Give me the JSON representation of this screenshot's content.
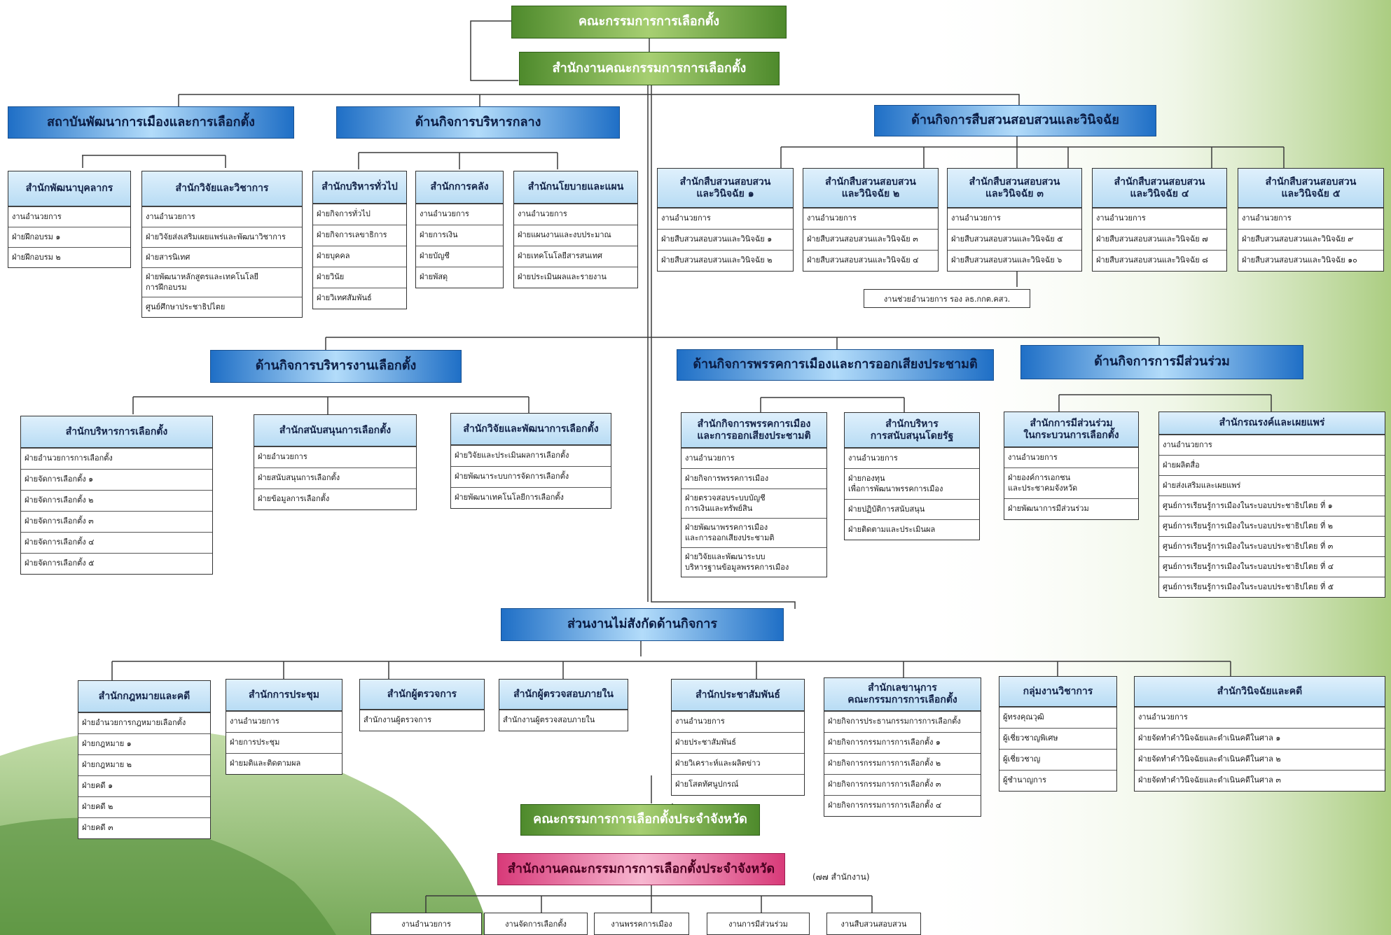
{
  "colors": {
    "green": "#6fa33e",
    "blue": "#2f86d6",
    "pink": "#e4598f",
    "line": "#3a3a3a"
  },
  "headers": {
    "ect": "คณะกรรมการการเลือกตั้ง",
    "office": "สำนักงานคณะกรรมการการเลือกตั้ง",
    "institute": "สถาบันพัฒนาการเมืองและการเลือกตั้ง",
    "admin": "ด้านกิจการบริหารกลาง",
    "investigation": "ด้านกิจการสืบสวนสอบสวนและวินิจฉัย",
    "election_mgmt": "ด้านกิจการบริหารงานเลือกตั้ง",
    "party": "ด้านกิจการพรรคการเมืองและการออกเสียงประชามติ",
    "participation": "ด้านกิจการการมีส่วนร่วม",
    "independent": "ส่วนงานไม่สังกัดด้านกิจการ",
    "provincial_ect": "คณะกรรมการการเลือกตั้งประจำจังหวัด",
    "provincial_office": "สำนักงานคณะกรรมการการเลือกตั้งประจำจังหวัด"
  },
  "provincial_count": "(๗๗ สำนักงาน)",
  "investigation_assistant": "งานช่วยอำนวยการ รอง ลธ.กกต.คสว.",
  "cards": {
    "hr": {
      "title": "สำนักพัฒนาบุคลากร",
      "rows": [
        "งานอำนวยการ",
        "ฝ่ายฝึกอบรม ๑",
        "ฝ่ายฝึกอบรม ๒"
      ]
    },
    "research": {
      "title": "สำนักวิจัยและวิชาการ",
      "rows": [
        "งานอำนวยการ",
        "ฝ่ายวิจัยส่งเสริมเผยแพร่และพัฒนาวิชาการ",
        "ฝ่ายสารนิเทศ",
        "ฝ่ายพัฒนาหลักสูตรและเทคโนโลยี\nการฝึกอบรม",
        "ศูนย์ศึกษาประชาธิปไตย"
      ]
    },
    "general": {
      "title": "สำนักบริหารทั่วไป",
      "rows": [
        "ฝ่ายกิจการทั่วไป",
        "ฝ่ายกิจการเลขาธิการ",
        "ฝ่ายบุคคล",
        "ฝ่ายวินัย",
        "ฝ่ายวิเทศสัมพันธ์"
      ]
    },
    "finance": {
      "title": "สำนักการคลัง",
      "rows": [
        "งานอำนวยการ",
        "ฝ่ายการเงิน",
        "ฝ่ายบัญชี",
        "ฝ่ายพัสดุ"
      ]
    },
    "policy": {
      "title": "สำนักนโยบายและแผน",
      "rows": [
        "งานอำนวยการ",
        "ฝ่ายแผนงานและงบประมาณ",
        "ฝ่ายเทคโนโลยีสารสนเทศ",
        "ฝ่ายประเมินผลและรายงาน"
      ]
    },
    "inv1": {
      "title": "สำนักสืบสวนสอบสวน\nและวินิจฉัย ๑",
      "rows": [
        "งานอำนวยการ",
        "ฝ่ายสืบสวนสอบสวนและวินิจฉัย ๑",
        "ฝ่ายสืบสวนสอบสวนและวินิจฉัย ๒"
      ]
    },
    "inv2": {
      "title": "สำนักสืบสวนสอบสวน\nและวินิจฉัย ๒",
      "rows": [
        "งานอำนวยการ",
        "ฝ่ายสืบสวนสอบสวนและวินิจฉัย ๓",
        "ฝ่ายสืบสวนสอบสวนและวินิจฉัย ๔"
      ]
    },
    "inv3": {
      "title": "สำนักสืบสวนสอบสวน\nและวินิจฉัย ๓",
      "rows": [
        "งานอำนวยการ",
        "ฝ่ายสืบสวนสอบสวนและวินิจฉัย ๕",
        "ฝ่ายสืบสวนสอบสวนและวินิจฉัย ๖"
      ]
    },
    "inv4": {
      "title": "สำนักสืบสวนสอบสวน\nและวินิจฉัย ๔",
      "rows": [
        "งานอำนวยการ",
        "ฝ่ายสืบสวนสอบสวนและวินิจฉัย ๗",
        "ฝ่ายสืบสวนสอบสวนและวินิจฉัย ๘"
      ]
    },
    "inv5": {
      "title": "สำนักสืบสวนสอบสวน\nและวินิจฉัย ๕",
      "rows": [
        "งานอำนวยการ",
        "ฝ่ายสืบสวนสอบสวนและวินิจฉัย ๙",
        "ฝ่ายสืบสวนสอบสวนและวินิจฉัย ๑๐"
      ]
    },
    "election_admin": {
      "title": "สำนักบริหารการเลือกตั้ง",
      "rows": [
        "ฝ่ายอำนวยการการเลือกตั้ง",
        "ฝ่ายจัดการเลือกตั้ง ๑",
        "ฝ่ายจัดการเลือกตั้ง ๒",
        "ฝ่ายจัดการเลือกตั้ง ๓",
        "ฝ่ายจัดการเลือกตั้ง ๔",
        "ฝ่ายจัดการเลือกตั้ง ๕"
      ]
    },
    "election_support": {
      "title": "สำนักสนับสนุนการเลือกตั้ง",
      "rows": [
        "ฝ่ายอำนวยการ",
        "ฝ่ายสนับสนุนการเลือกตั้ง",
        "ฝ่ายข้อมูลการเลือกตั้ง"
      ]
    },
    "election_research": {
      "title": "สำนักวิจัยและพัฒนาการเลือกตั้ง",
      "rows": [
        "ฝ่ายวิจัยและประเมินผลการเลือกตั้ง",
        "ฝ่ายพัฒนาระบบการจัดการเลือกตั้ง",
        "ฝ่ายพัฒนาเทคโนโลยีการเลือกตั้ง"
      ]
    },
    "party_affairs": {
      "title": "สำนักกิจการพรรคการเมือง\nและการออกเสียงประชามติ",
      "rows": [
        "งานอำนวยการ",
        "ฝ่ายกิจการพรรคการเมือง",
        "ฝ่ายตรวจสอบระบบบัญชี\nการเงินและทรัพย์สิน",
        "ฝ่ายพัฒนาพรรคการเมือง\nและการออกเสียงประชามติ",
        "ฝ่ายวิจัยและพัฒนาระบบ\nบริหารฐานข้อมูลพรรคการเมือง"
      ]
    },
    "state_support": {
      "title": "สำนักบริหาร\nการสนับสนุนโดยรัฐ",
      "rows": [
        "งานอำนวยการ",
        "ฝ่ายกองทุน\nเพื่อการพัฒนาพรรคการเมือง",
        "ฝ่ายปฏิบัติการสนับสนุน",
        "ฝ่ายติดตามและประเมินผล"
      ]
    },
    "participation_office": {
      "title": "สำนักการมีส่วนร่วม\nในกระบวนการเลือกตั้ง",
      "rows": [
        "งานอำนวยการ",
        "ฝ่ายองค์การเอกชน\nและประชาคมจังหวัด",
        "ฝ่ายพัฒนาการมีส่วนร่วม"
      ]
    },
    "campaign": {
      "title": "สำนักรณรงค์และเผยแพร่",
      "rows": [
        "งานอำนวยการ",
        "ฝ่ายผลิตสื่อ",
        "ฝ่ายส่งเสริมและเผยแพร่",
        "ศูนย์การเรียนรู้การเมืองในระบอบประชาธิปไตย ที่ ๑",
        "ศูนย์การเรียนรู้การเมืองในระบอบประชาธิปไตย ที่ ๒",
        "ศูนย์การเรียนรู้การเมืองในระบอบประชาธิปไตย ที่ ๓",
        "ศูนย์การเรียนรู้การเมืองในระบอบประชาธิปไตย ที่ ๔",
        "ศูนย์การเรียนรู้การเมืองในระบอบประชาธิปไตย ที่ ๕"
      ]
    },
    "legal": {
      "title": "สำนักกฎหมายและคดี",
      "rows": [
        "ฝ่ายอำนวยการกฎหมายเลือกตั้ง",
        "ฝ่ายกฎหมาย ๑",
        "ฝ่ายกฎหมาย ๒",
        "ฝ่ายคดี ๑",
        "ฝ่ายคดี ๒",
        "ฝ่ายคดี ๓"
      ]
    },
    "meeting": {
      "title": "สำนักการประชุม",
      "rows": [
        "งานอำนวยการ",
        "ฝ่ายการประชุม",
        "ฝ่ายมติและติดตามผล"
      ]
    },
    "inspector": {
      "title": "สำนักผู้ตรวจการ",
      "rows": [
        "สำนักงานผู้ตรวจการ"
      ]
    },
    "audit": {
      "title": "สำนักผู้ตรวจสอบภายใน",
      "rows": [
        "สำนักงานผู้ตรวจสอบภายใน"
      ]
    },
    "pr": {
      "title": "สำนักประชาสัมพันธ์",
      "rows": [
        "งานอำนวยการ",
        "ฝ่ายประชาสัมพันธ์",
        "ฝ่ายวิเคราะห์และผลิตข่าว",
        "ฝ่ายโสตทัศนูปกรณ์"
      ]
    },
    "secretariat": {
      "title": "สำนักเลขานุการ\nคณะกรรมการการเลือกตั้ง",
      "rows": [
        "ฝ่ายกิจการประธานกรรมการการเลือกตั้ง",
        "ฝ่ายกิจการกรรมการการเลือกตั้ง ๑",
        "ฝ่ายกิจการกรรมการการเลือกตั้ง ๒",
        "ฝ่ายกิจการกรรมการการเลือกตั้ง ๓",
        "ฝ่ายกิจการกรรมการการเลือกตั้ง ๔"
      ]
    },
    "academic": {
      "title": "กลุ่มงานวิชาการ",
      "rows": [
        "ผู้ทรงคุณวุฒิ",
        "ผู้เชี่ยวชาญพิเศษ",
        "ผู้เชี่ยวชาญ",
        "ผู้ชำนาญการ"
      ]
    },
    "judgment": {
      "title": "สำนักวินิจฉัยและคดี",
      "rows": [
        "งานอำนวยการ",
        "ฝ่ายจัดทำคำวินิจฉัยและดำเนินคดีในศาล ๑",
        "ฝ่ายจัดทำคำวินิจฉัยและดำเนินคดีในศาล ๒",
        "ฝ่ายจัดทำคำวินิจฉัยและดำเนินคดีในศาล ๓"
      ]
    }
  },
  "provincial_units": [
    "งานอำนวยการ",
    "งานจัดการเลือกตั้ง",
    "งานพรรคการเมือง",
    "งานการมีส่วนร่วม",
    "งานสืบสวนสอบสวน"
  ]
}
